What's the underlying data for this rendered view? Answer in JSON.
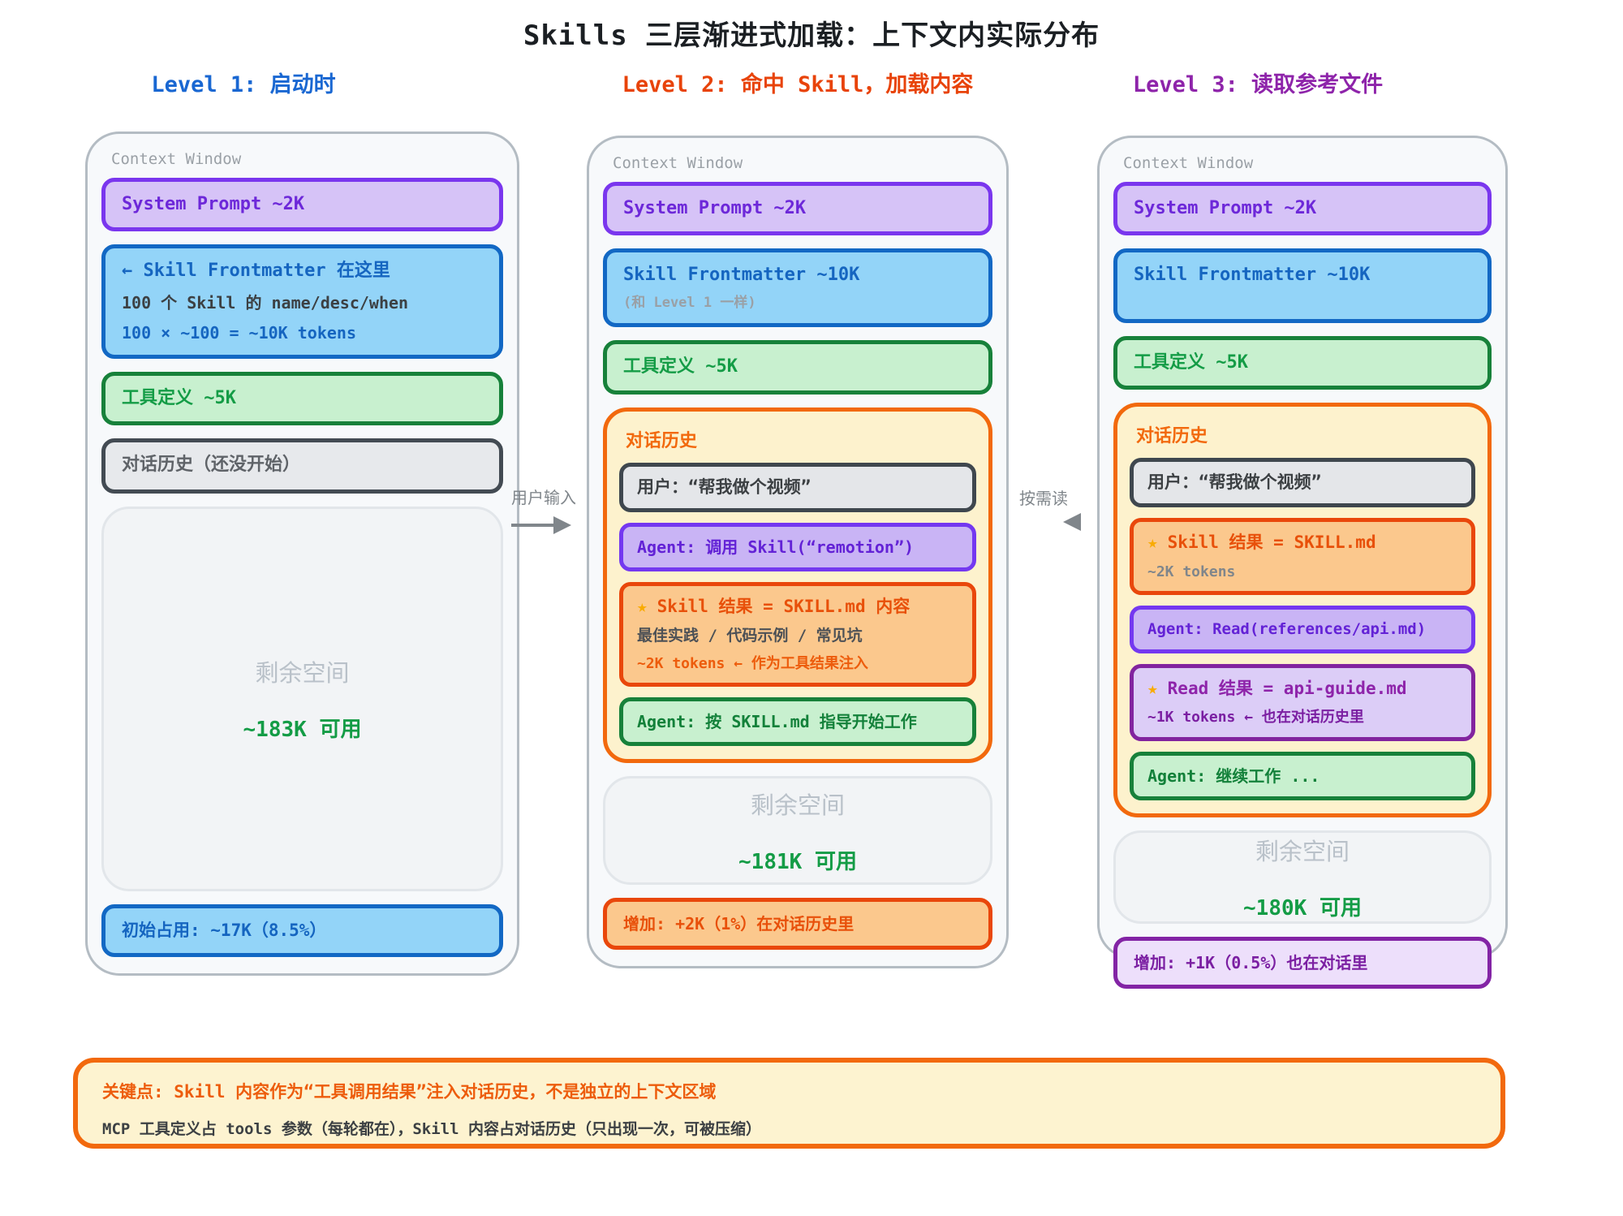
{
  "title": "Skills 三层渐进式加载：上下文内实际分布",
  "star_icon": "★",
  "colors": {
    "level1_accent": "#1967d2",
    "level2_accent": "#e8430a",
    "level3_accent": "#8e24aa",
    "blue_border": "#1268c4",
    "green_border": "#17813a",
    "purple_border": "#7a36ee",
    "orange_border": "#f2690d",
    "available_green": "#149c46"
  },
  "connectors": {
    "user_input_label": "用户输入",
    "on_demand_label": "按需读"
  },
  "level1": {
    "header": "Level 1: 启动时",
    "context_window_label": "Context Window",
    "system_prompt": "System Prompt ~2K",
    "frontmatter": {
      "title": "← Skill Frontmatter 在这里",
      "line2": "100 个 Skill 的 name/desc/when",
      "line3": "100 × ~100 = ~10K tokens"
    },
    "tools": "工具定义 ~5K",
    "history": "对话历史（还没开始）",
    "remaining": {
      "label": "剩余空间",
      "value": "~183K 可用"
    },
    "footer": "初始占用: ~17K（8.5%）"
  },
  "level2": {
    "header": "Level 2: 命中 Skill，加载内容",
    "context_window_label": "Context Window",
    "system_prompt": "System Prompt ~2K",
    "frontmatter": {
      "title": "Skill Frontmatter ~10K",
      "subtitle": "(和 Level 1 一样)"
    },
    "tools": "工具定义 ~5K",
    "history": {
      "label": "对话历史",
      "user": "用户：“帮我做个视频”",
      "agent_call": "Agent: 调用 Skill(“remotion”)",
      "skill_result": {
        "title": "Skill 结果 = SKILL.md 内容",
        "line2": "最佳实践 / 代码示例 / 常见坑",
        "line3": "~2K tokens ← 作为工具结果注入"
      },
      "agent_work": "Agent: 按 SKILL.md 指导开始工作"
    },
    "remaining": {
      "label": "剩余空间",
      "value": "~181K 可用"
    },
    "footer": "增加: +2K（1%）在对话历史里"
  },
  "level3": {
    "header": "Level 3: 读取参考文件",
    "context_window_label": "Context Window",
    "system_prompt": "System Prompt ~2K",
    "frontmatter": {
      "title": "Skill Frontmatter ~10K"
    },
    "tools": "工具定义 ~5K",
    "history": {
      "label": "对话历史",
      "user": "用户：“帮我做个视频”",
      "skill_result": {
        "title": "Skill 结果 = SKILL.md",
        "line2": "~2K tokens"
      },
      "agent_read": "Agent: Read(references/api.md)",
      "read_result": {
        "title": "Read 结果 = api-guide.md",
        "line2": "~1K tokens ← 也在对话历史里"
      },
      "agent_continue": "Agent: 继续工作 ..."
    },
    "remaining": {
      "label": "剩余空间",
      "value": "~180K 可用"
    },
    "footer": "增加: +1K（0.5%）也在对话里"
  },
  "key_note": {
    "line1": "关键点: Skill 内容作为“工具调用结果”注入对话历史，不是独立的上下文区域",
    "line2": "MCP 工具定义占 tools 参数（每轮都在），Skill 内容占对话历史（只出现一次，可被压缩）"
  }
}
